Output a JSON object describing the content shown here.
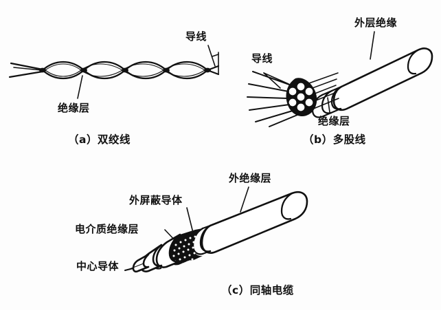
{
  "figure": {
    "background_color": "#fdfdfd",
    "ink_color": "#111111",
    "panels": [
      {
        "id": "a",
        "caption": "（a）双绞线",
        "subject": "twisted-pair-cable",
        "labels": [
          {
            "name": "conductor",
            "text": "导线"
          },
          {
            "name": "insulation-layer",
            "text": "绝缘层"
          }
        ]
      },
      {
        "id": "b",
        "caption": "（b）多股线",
        "subject": "multi-strand-wire",
        "labels": [
          {
            "name": "outer-insulation",
            "text": "外层绝缘"
          },
          {
            "name": "conductor",
            "text": "导线"
          },
          {
            "name": "insulation-layer",
            "text": "绝缘层"
          }
        ]
      },
      {
        "id": "c",
        "caption": "（c）同轴电缆",
        "subject": "coaxial-cable",
        "labels": [
          {
            "name": "outer-insulation-layer",
            "text": "外绝缘层"
          },
          {
            "name": "outer-shield-conductor",
            "text": "外屏蔽导体"
          },
          {
            "name": "dielectric-insulation-layer",
            "text": "电介质绝缘层"
          },
          {
            "name": "center-conductor",
            "text": "中心导体"
          }
        ]
      }
    ]
  }
}
